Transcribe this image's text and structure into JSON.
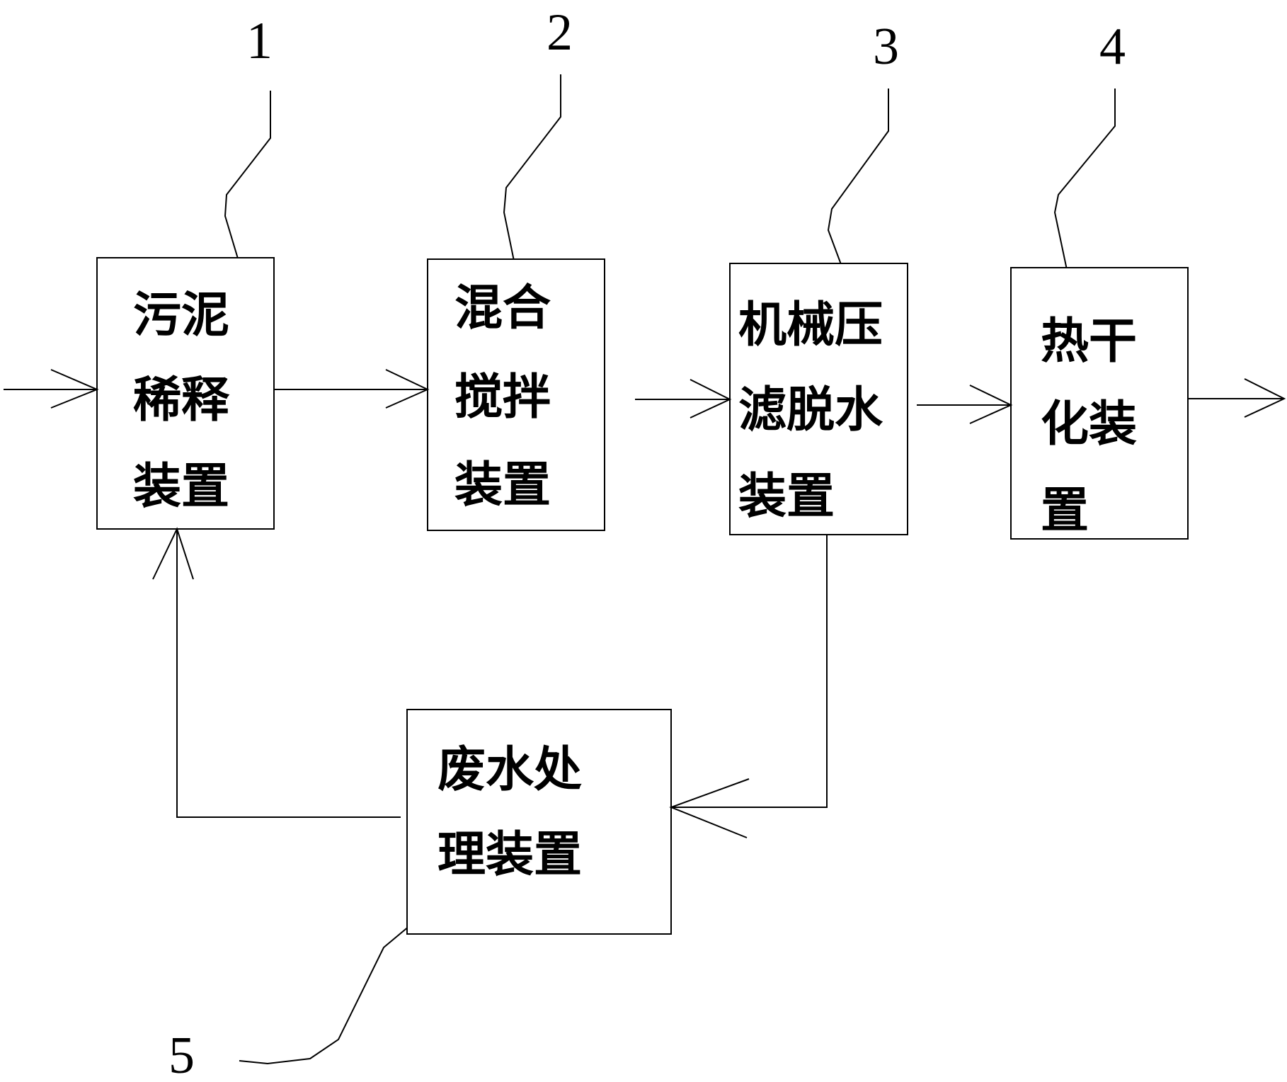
{
  "colors": {
    "stroke": "#000000",
    "background": "#ffffff"
  },
  "boxes": [
    {
      "id": "1",
      "number": "1",
      "lines": [
        "污泥",
        "稀释",
        "装置"
      ]
    },
    {
      "id": "2",
      "number": "2",
      "lines": [
        "混合",
        "搅拌",
        "装置"
      ]
    },
    {
      "id": "3",
      "number": "3",
      "lines": [
        "机械压",
        "滤脱水",
        "装置"
      ]
    },
    {
      "id": "4",
      "number": "4",
      "lines": [
        "热干",
        "化装",
        "置"
      ]
    },
    {
      "id": "5",
      "number": "5",
      "lines": [
        "废水处",
        "理装置"
      ]
    }
  ]
}
